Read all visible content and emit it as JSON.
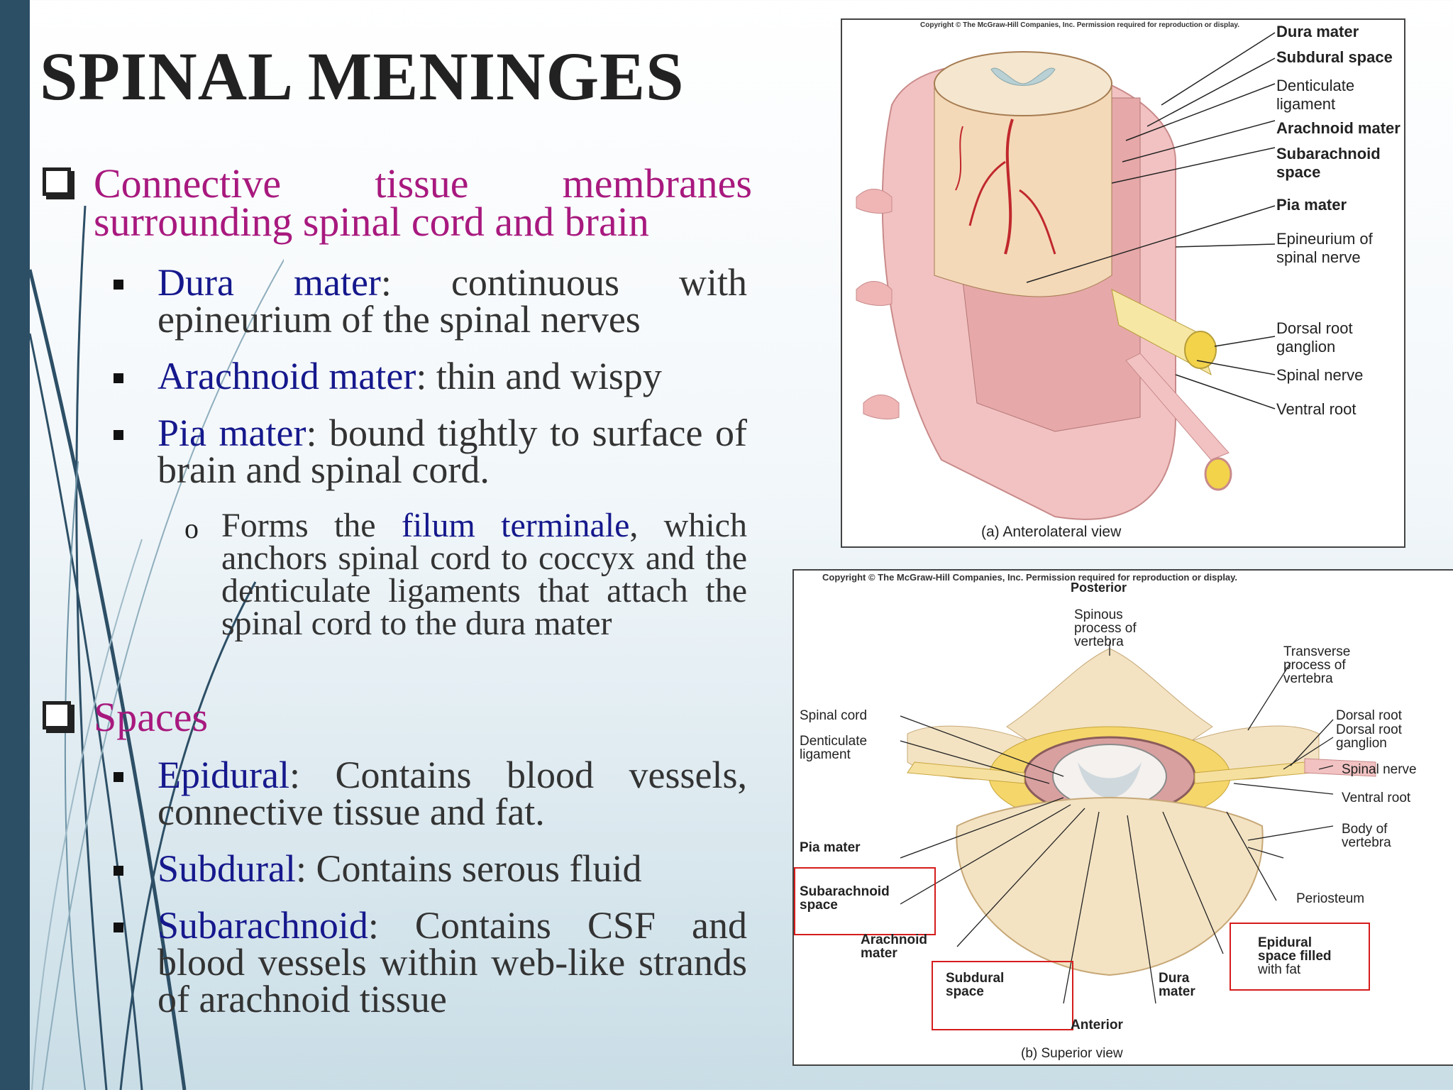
{
  "title": "SPINAL MENINGES",
  "bullets": {
    "b1": "Connective tissue membranes surrounding spinal cord and brain",
    "dura_term": "Dura mater",
    "dura_desc": ": continuous with epineurium of the spinal nerves",
    "arach_term": "Arachnoid mater",
    "arach_desc": ": thin and wispy",
    "pia_term": "Pia mater",
    "pia_desc": ": bound tightly to surface of brain and spinal cord.",
    "forms_pre": "Forms the ",
    "filum_term": "filum terminale",
    "forms_post": ", which anchors spinal cord to coccyx and the denticulate ligaments that attach the spinal cord to the dura mater",
    "b2": "Spaces",
    "epi_term": "Epidural",
    "epi_desc": ": Contains blood vessels, connective tissue and fat.",
    "subd_term": "Subdural",
    "subd_desc": ": Contains serous fluid",
    "subar_term": "Subarachnoid",
    "subar_desc": ": Contains CSF and blood vessels within web-like strands of arachnoid tissue"
  },
  "figure_a": {
    "copyright": "Copyright © The McGraw-Hill Companies, Inc. Permission required for reproduction or display.",
    "caption": "(a) Anterolateral view",
    "labels": {
      "dura": "Dura mater",
      "subdural": "Subdural space",
      "dent1": "Denticulate",
      "dent2": "ligament",
      "arach": "Arachnoid mater",
      "subar1": "Subarachnoid",
      "subar2": "space",
      "pia": "Pia mater",
      "epi1": "Epineurium of",
      "epi2": "spinal nerve",
      "drg1": "Dorsal root",
      "drg2": "ganglion",
      "spn": "Spinal nerve",
      "ventral": "Ventral root"
    }
  },
  "figure_b": {
    "copyright": "Copyright © The McGraw-Hill Companies, Inc. Permission required for reproduction or display.",
    "posterior": "Posterior",
    "anterior": "Anterior",
    "caption": "(b) Superior view",
    "labels": {
      "spinous1": "Spinous",
      "spinous2": "process of",
      "spinous3": "vertebra",
      "trans1": "Transverse",
      "trans2": "process of",
      "trans3": "vertebra",
      "cord": "Spinal cord",
      "dent1": "Denticulate",
      "dent2": "ligament",
      "droot": "Dorsal root",
      "drg1": "Dorsal root",
      "drg2": "ganglion",
      "spn": "Spinal nerve",
      "ventral": "Ventral root",
      "body1": "Body of",
      "body2": "vertebra",
      "pia": "Pia mater",
      "subar1": "Subarachnoid",
      "subar2": "space",
      "perio": "Periosteum",
      "arach1": "Arachnoid",
      "arach2": "mater",
      "epi1": "Epidural",
      "epi2": "space filled",
      "epi3": "with fat",
      "subd1": "Subdural",
      "subd2": "space",
      "dura1": "Dura",
      "dura2": "mater"
    }
  },
  "colors": {
    "sidebar": "#2d4f66",
    "heading_magenta": "#a8197e",
    "term_blue": "#15188c",
    "highlight_red": "#d61c1c"
  }
}
